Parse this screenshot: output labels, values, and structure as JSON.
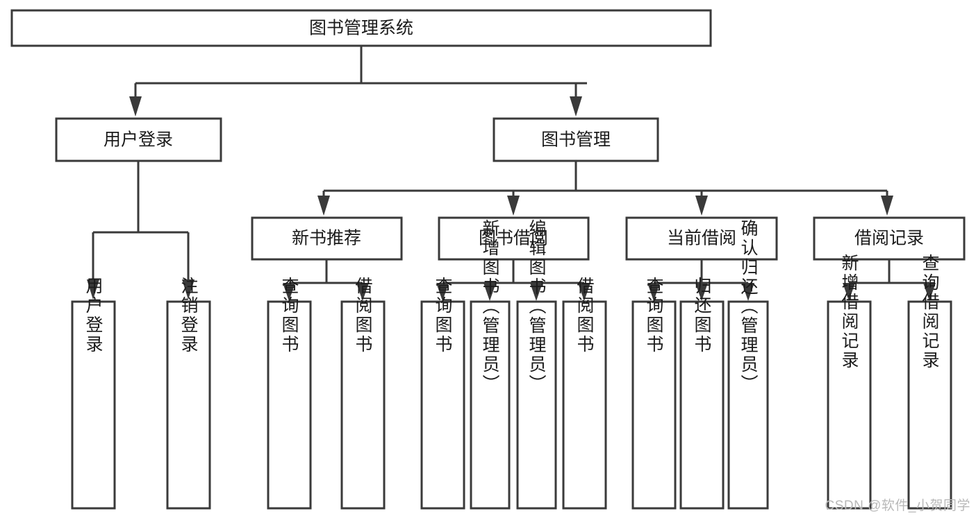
{
  "diagram": {
    "title": "图书管理系统",
    "type": "tree-hierarchy-diagram",
    "colors": {
      "box_stroke": "#3a3a3a",
      "box_fill": "#ffffff",
      "text": "#1b1b1b",
      "background": "#ffffff",
      "watermark": "#b9b9b9"
    },
    "root": {
      "label": "图书管理系统"
    },
    "level2": [
      {
        "label": "用户登录"
      },
      {
        "label": "图书管理"
      }
    ],
    "level3": [
      {
        "label": "新书推荐"
      },
      {
        "label": "图书借阅"
      },
      {
        "label": "当前借阅"
      },
      {
        "label": "借阅记录"
      }
    ],
    "leaves_user_login": [
      {
        "label": "用户登录"
      },
      {
        "label": "注销登录"
      }
    ],
    "leaves_new_book": [
      {
        "label": "查询图书"
      },
      {
        "label": "借阅图书"
      }
    ],
    "leaves_borrow": [
      {
        "label": "查询图书"
      },
      {
        "label": "新增图书（管理员）"
      },
      {
        "label": "编辑图书（管理员）"
      },
      {
        "label": "借阅图书"
      }
    ],
    "leaves_current": [
      {
        "label": "查询图书"
      },
      {
        "label": "归还图书"
      },
      {
        "label": "确认归还（管理员）"
      }
    ],
    "leaves_record": [
      {
        "label": "新增借阅记录"
      },
      {
        "label": "查询借阅记录"
      }
    ]
  },
  "watermark": {
    "text": "CSDN @软件_小贺同学"
  }
}
